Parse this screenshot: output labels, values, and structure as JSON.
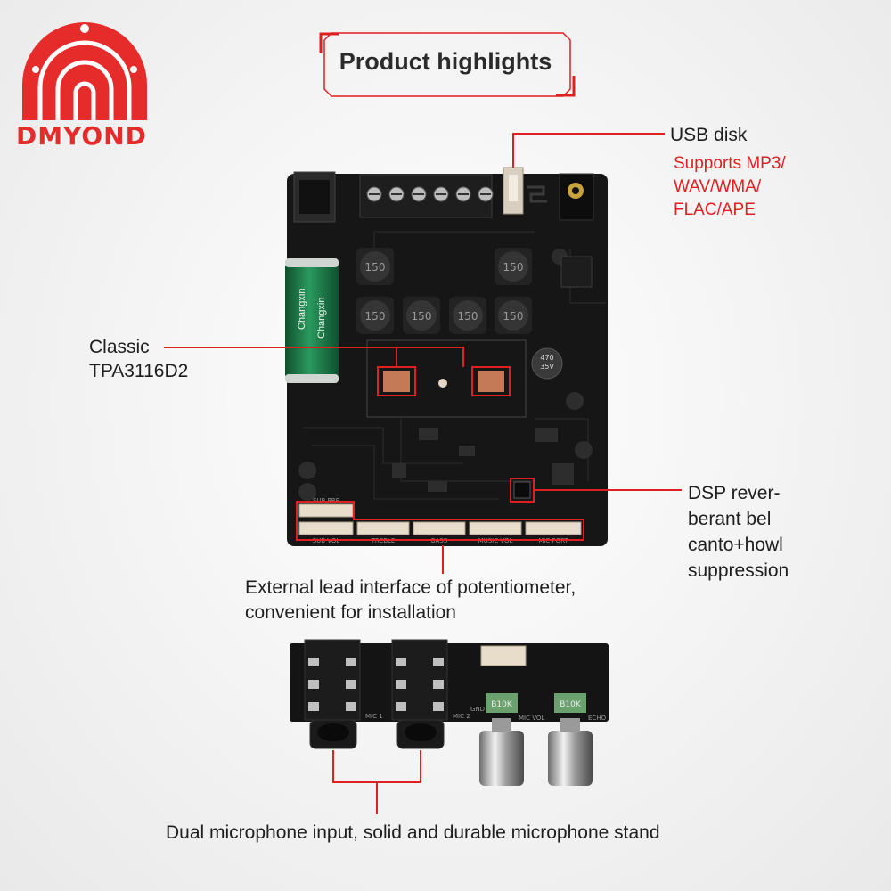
{
  "brand": {
    "logo_text": "DMYOND"
  },
  "header": {
    "title": "Product highlights"
  },
  "callouts": {
    "usb": {
      "title": "USB disk",
      "details": [
        "Supports MP3/",
        "WAV/WMA/",
        "FLAC/APE"
      ]
    },
    "amp": {
      "lines": [
        "Classic",
        "TPA3116D2"
      ]
    },
    "dsp": {
      "lines": [
        "DSP rever-",
        "berant bel",
        "canto+howl",
        "suppression"
      ]
    },
    "interface": {
      "lines": [
        "External lead interface of potentiometer,",
        "convenient for installation"
      ]
    },
    "mic": {
      "line": "Dual microphone input, solid and durable microphone stand"
    }
  },
  "board": {
    "inductor_marking": "150",
    "capacitor_brand": "Changxin",
    "capacitor_marking": [
      "470",
      "35V"
    ],
    "port_labels": [
      "SUB VOL",
      "TREBLE",
      "BASS",
      "MUSIC VOL",
      "MIC PORT"
    ],
    "sub_port_label": "SUB PRE"
  },
  "mic_board": {
    "jack_labels": [
      "MIC 1",
      "MIC 2"
    ],
    "pot_labels": [
      "MIC VOL",
      "ECHO"
    ],
    "pot_marking": "B10K",
    "gnd_label": "GND"
  },
  "colors": {
    "accent": "#e02020",
    "board": "#161616",
    "capacitor": "#1f7a4a"
  }
}
